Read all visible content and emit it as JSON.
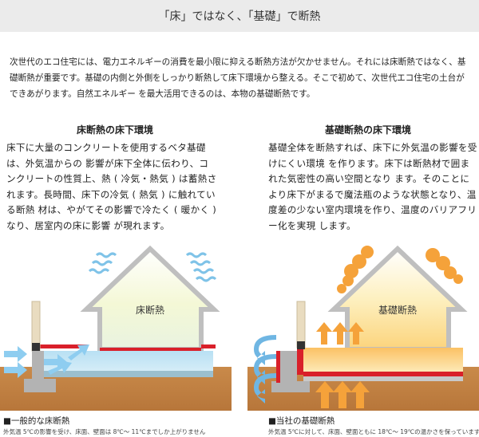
{
  "page": {
    "title": "「床」ではなく、「基礎」で断熱",
    "intro": "次世代のエコ住宅には、電力エネルギーの消費を最小限に抑える断熱方法が欠かせません。それには床断熱ではなく、基礎断熱が重要です。基礎の内側と外側をしっかり断熱して床下環境から整える。そこで初めて、次世代エコ住宅の土台ができあがります。自然エネルギー を最大活用できるのは、本物の基礎断熱です。"
  },
  "left": {
    "heading": "床断熱の床下環境",
    "body": "床下に大量のコンクリートを使用するベタ基礎は、外気温からの 影響が床下全体に伝わり、コンクリートの性質上、熱 ( 冷気・熱気 ) は蓄熱されます。長時間、床下の冷気 ( 熱気 ) に触れている断熱 材は、やがてその影響で冷たく ( 暖かく ) なり、居室内の床に影響 が現れます。",
    "house_label": "床断熱",
    "caption_title": "■一般的な床断熱",
    "caption_note": "外気温 5℃の影響を受け、床面、壁面は 8℃～ 11℃までしか上がりません"
  },
  "right": {
    "heading": "基礎断熱の床下環境",
    "body": "基礎全体を断熱すれば、床下に外気温の影響を受けにくい環境 を作ります。床下は断熱材で囲まれた気密性の高い空間となり ます。そのことにより床下がまるで魔法瓶のような状態となり、温度差の少ない室内環境を作り、温度のバリアフリー化を実現 します。",
    "house_label": "基礎断熱",
    "caption_title": "■当社の基礎断熱",
    "caption_note": "外気温 5℃に対して、床面、壁面ともに 18℃～ 19℃の温かさを保っています"
  },
  "colors": {
    "cold_blue": "#7fc3e8",
    "warm_orange": "#f5a23a",
    "insulation_red": "#d9202a",
    "soil_brown": "#b8773c"
  }
}
